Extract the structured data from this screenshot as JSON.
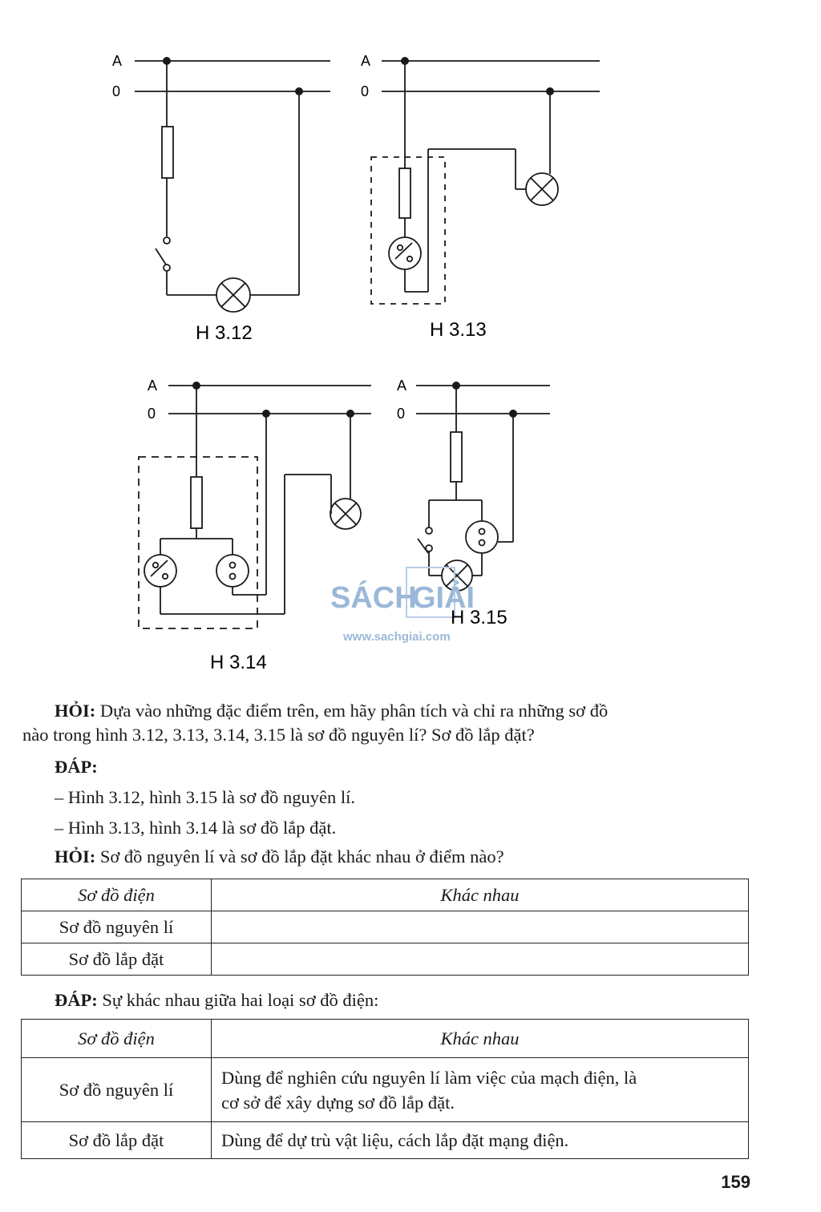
{
  "diagrams": {
    "line_a": "A",
    "line_0": "0",
    "captions": [
      "H 3.12",
      "H 3.13",
      "H 3.14",
      "H 3.15"
    ]
  },
  "watermark": {
    "brand_left": "SÁCH",
    "brand_right": "GIẢI",
    "url": "www.sachgiai.com"
  },
  "q1": {
    "label": "HỎI:",
    "line1": " Dựa vào những đặc điểm trên, em hãy phân tích và chỉ ra những sơ đồ",
    "line2": "nào trong hình 3.12, 3.13, 3.14, 3.15 là sơ đồ nguyên lí? Sơ đồ lắp đặt?"
  },
  "a1": {
    "label": "ĐÁP:",
    "items": [
      "– Hình 3.12, hình 3.15 là sơ đồ nguyên lí.",
      "– Hình 3.13, hình 3.14 là sơ đồ lắp đặt."
    ]
  },
  "q2": {
    "label": "HỎI:",
    "text": "  Sơ đồ nguyên lí và sơ đồ lắp đặt khác nhau ở điểm nào?"
  },
  "table1": {
    "headers": [
      "Sơ đồ điện",
      "Khác nhau"
    ],
    "rows": [
      [
        "Sơ đồ nguyên lí",
        ""
      ],
      [
        "Sơ đồ lắp đặt",
        ""
      ]
    ]
  },
  "a2": {
    "label": "ĐÁP:",
    "text": " Sự khác nhau giữa hai loại sơ đồ điện:"
  },
  "table2": {
    "headers": [
      "Sơ đồ điện",
      "Khác nhau"
    ],
    "rows": [
      [
        "Sơ đồ nguyên lí",
        "Dùng để nghiên cứu nguyên lí làm việc của mạch điện, là",
        "cơ sở để xây dựng sơ đồ lắp đặt."
      ],
      [
        "Sơ đồ lắp đặt",
        "Dùng để dự trù vật liệu, cách lắp đặt mạng điện."
      ]
    ]
  },
  "page_number": "159"
}
